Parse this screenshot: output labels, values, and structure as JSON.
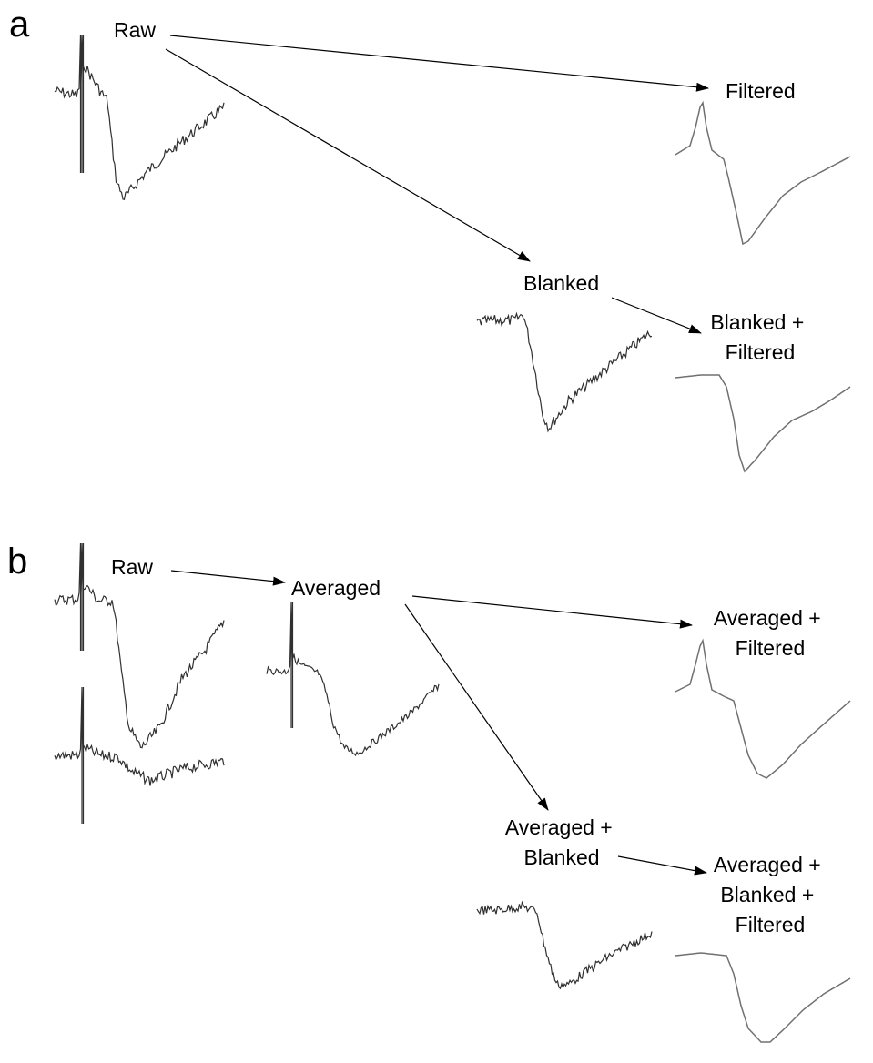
{
  "colors": {
    "background": "#ffffff",
    "noisy_trace": "#303030",
    "filtered_trace": "#707070",
    "arrow": "#000000",
    "text": "#000000"
  },
  "panel_a": {
    "letter": "a",
    "raw_label": "Raw",
    "filtered_label": "Filtered",
    "blanked_label": "Blanked",
    "blanked_filtered_label": [
      "Blanked +",
      "Filtered"
    ]
  },
  "panel_b": {
    "letter": "b",
    "raw_label": "Raw",
    "averaged_label": "Averaged",
    "averaged_filtered_label": [
      "Averaged +",
      "Filtered"
    ],
    "averaged_blanked_label": [
      "Averaged +",
      "Blanked"
    ],
    "averaged_blanked_filtered_label": [
      "Averaged +",
      "Blanked +",
      "Filtered"
    ]
  }
}
